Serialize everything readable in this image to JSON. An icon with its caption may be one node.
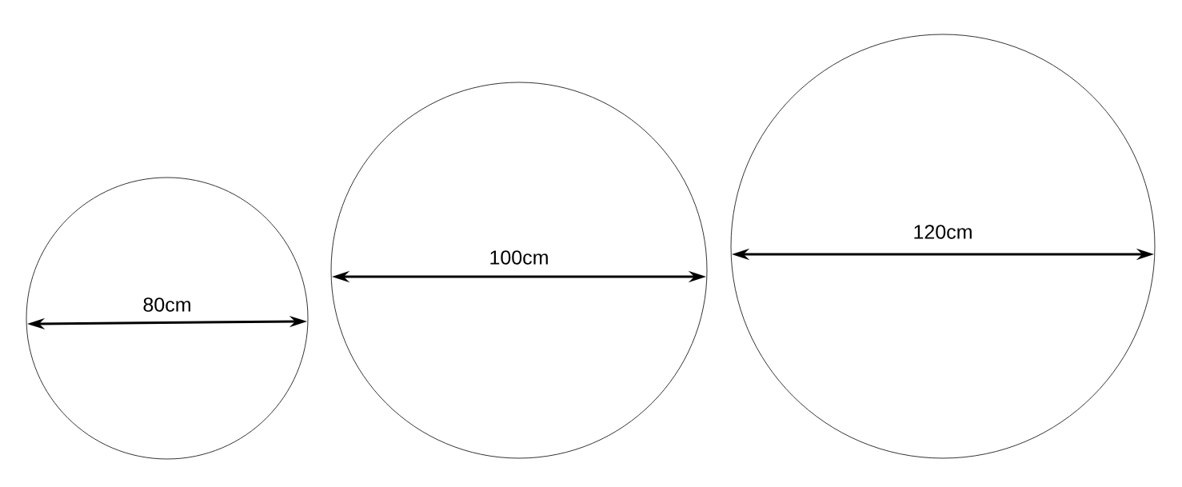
{
  "diagram": {
    "nodes": [
      {
        "text": [
          "80cm"
        ]
      },
      {
        "text": [
          "100cm"
        ]
      },
      {
        "text": [
          "120cm"
        ]
      }
    ]
  }
}
